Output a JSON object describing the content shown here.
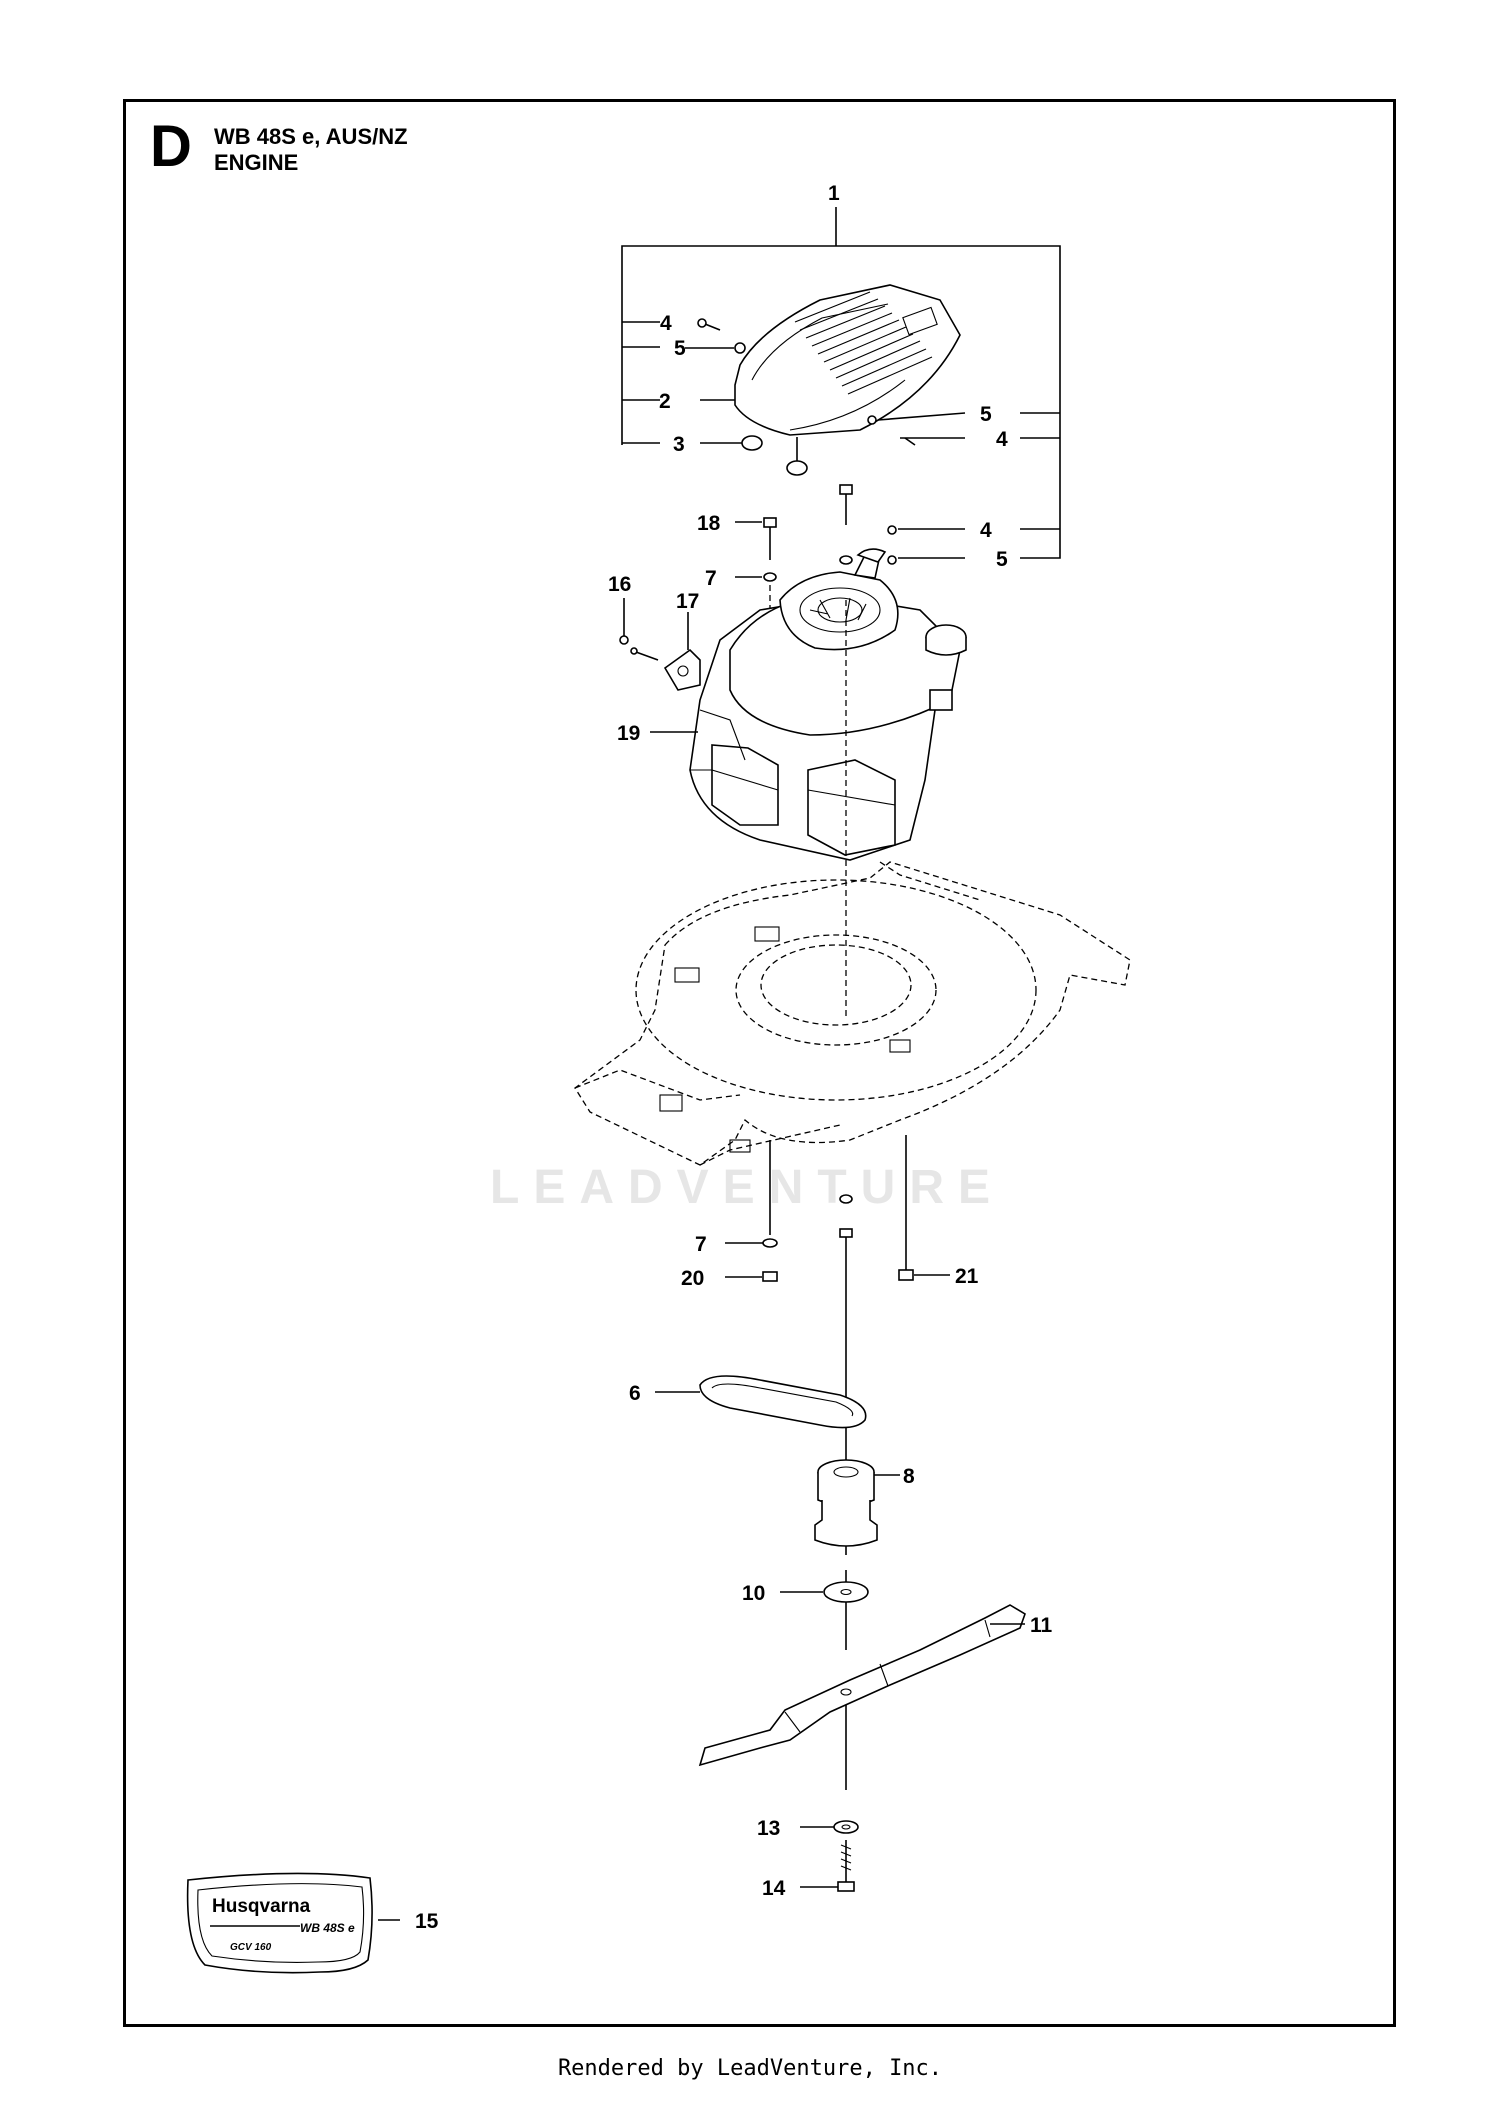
{
  "header": {
    "section_letter": "D",
    "model": "WB 48S e, AUS/NZ",
    "section_name": "ENGINE"
  },
  "watermark": "LEADVENTURE",
  "footer": "Rendered by LeadVenture, Inc.",
  "decal": {
    "brand": "Husqvarna",
    "model": "WB 48S e",
    "engine": "GCV 160"
  },
  "callouts": [
    "1",
    "2",
    "3",
    "4",
    "4",
    "4",
    "5",
    "5",
    "5",
    "6",
    "7",
    "7",
    "8",
    "10",
    "11",
    "13",
    "14",
    "15",
    "16",
    "17",
    "18",
    "19",
    "20",
    "21"
  ]
}
